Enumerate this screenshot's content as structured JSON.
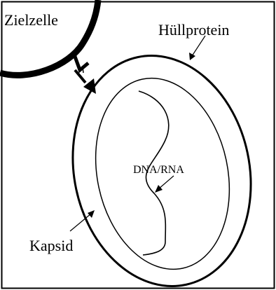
{
  "diagram": {
    "labels": {
      "target_cell": "Zielzelle",
      "envelope_protein": "Hüllprotein",
      "nucleic_acid": "DNA/RNA",
      "capsid": "Kapsid"
    },
    "colors": {
      "stroke": "#000000",
      "background": "#ffffff"
    }
  }
}
